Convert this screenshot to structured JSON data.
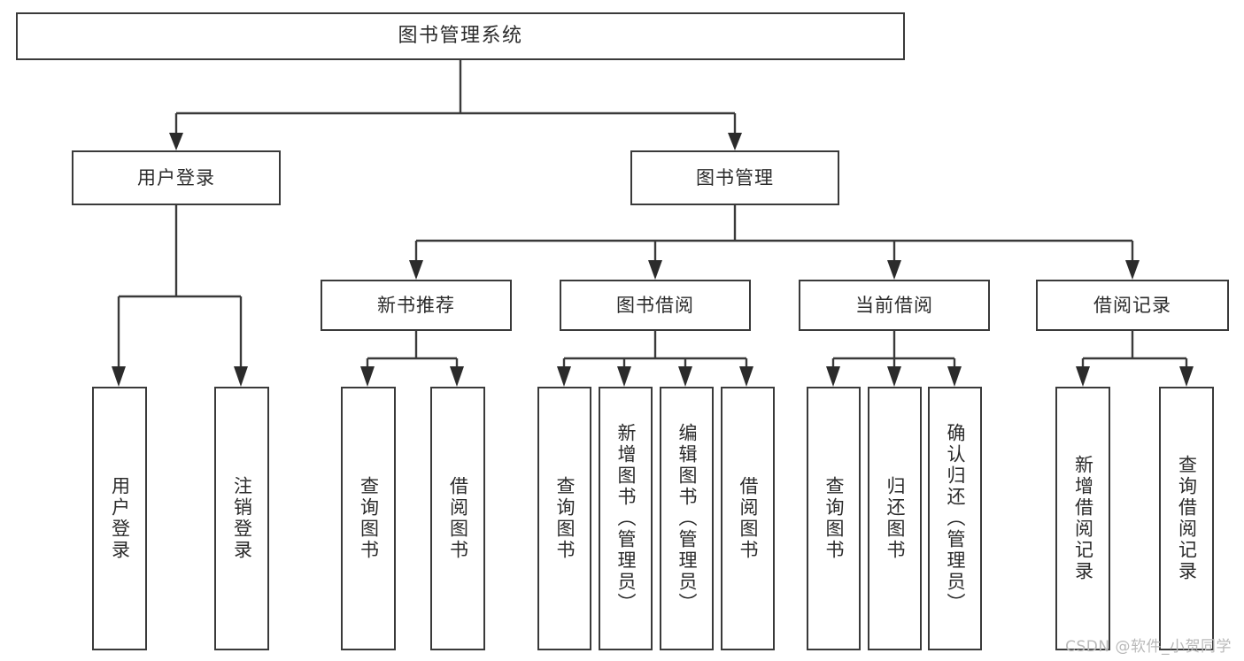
{
  "diagram": {
    "title": "图书管理系统",
    "type": "tree",
    "watermark": "CSDN @软件_小贺同学"
  },
  "nodes": {
    "root": {
      "label": "图书管理系统"
    },
    "level2": [
      {
        "id": "user-login",
        "label": "用户登录"
      },
      {
        "id": "book-management",
        "label": "图书管理"
      }
    ],
    "level3": [
      {
        "id": "new-book-recommend",
        "label": "新书推荐"
      },
      {
        "id": "book-borrow",
        "label": "图书借阅"
      },
      {
        "id": "current-borrow",
        "label": "当前借阅"
      },
      {
        "id": "borrow-record",
        "label": "借阅记录"
      }
    ],
    "leaves": {
      "user_login": [
        {
          "id": "leaf-user-login",
          "label": "用户登录"
        },
        {
          "id": "leaf-logout",
          "label": "注销登录"
        }
      ],
      "new_book_recommend": [
        {
          "id": "leaf-query-book-1",
          "label": "查询图书"
        },
        {
          "id": "leaf-borrow-book-1",
          "label": "借阅图书"
        }
      ],
      "book_borrow": [
        {
          "id": "leaf-query-book-2",
          "label": "查询图书"
        },
        {
          "id": "leaf-add-book",
          "label": "新增图书（管理员）"
        },
        {
          "id": "leaf-edit-book",
          "label": "编辑图书（管理员）"
        },
        {
          "id": "leaf-borrow-book-2",
          "label": "借阅图书"
        }
      ],
      "current_borrow": [
        {
          "id": "leaf-query-book-3",
          "label": "查询图书"
        },
        {
          "id": "leaf-return-book",
          "label": "归还图书"
        },
        {
          "id": "leaf-confirm-return",
          "label": "确认归还（管理员）"
        }
      ],
      "borrow_record": [
        {
          "id": "leaf-add-record",
          "label": "新增借阅记录"
        },
        {
          "id": "leaf-query-record",
          "label": "查询借阅记录"
        }
      ]
    }
  },
  "style": {
    "border_color": "#3a3a3a",
    "text_color": "#2b2b2b",
    "background": "#ffffff",
    "watermark_color": "#b9b9b9"
  }
}
